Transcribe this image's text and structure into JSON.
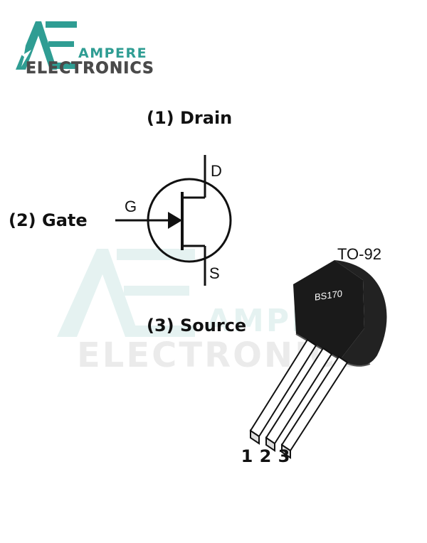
{
  "logo": {
    "line1": "AMPERE",
    "line2": "ELECTRONICS",
    "brand_color": "#2f9d93"
  },
  "symbol": {
    "drain_label": "(1) Drain",
    "gate_label": "(2) Gate",
    "source_label": "(3) Source",
    "drain_letter": "D",
    "gate_letter": "G",
    "source_letter": "S"
  },
  "package": {
    "name": "TO-92",
    "part_marking": "BS170",
    "pin_numbers": [
      "1",
      "2",
      "3"
    ]
  },
  "watermark": {
    "line1": "AMPERE",
    "line2": "ELECTRONICS"
  }
}
